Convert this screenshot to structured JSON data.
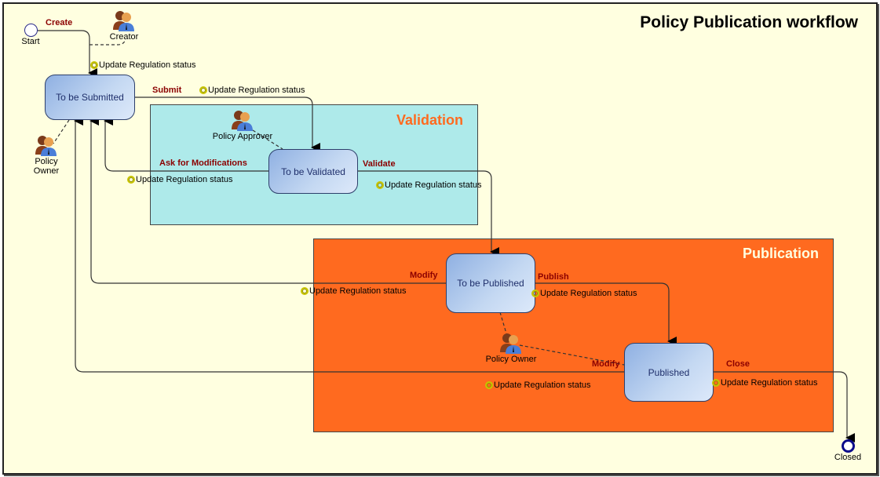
{
  "diagram": {
    "title": "Policy Publication workflow",
    "colors": {
      "background": "#ffffe0",
      "validation_lane": "#aeeaea",
      "publication_lane": "#ff6a1f",
      "transition_label": "#8b0000",
      "state_text": "#1f2f6b"
    },
    "lanes": [
      {
        "id": "validation",
        "label": "Validation"
      },
      {
        "id": "publication",
        "label": "Publication"
      }
    ],
    "events": {
      "start": "Start",
      "end": "Closed"
    },
    "states": [
      {
        "id": "to_be_submitted",
        "label": "To be Submitted"
      },
      {
        "id": "to_be_validated",
        "label": "To be Validated"
      },
      {
        "id": "to_be_published",
        "label": "To be Published"
      },
      {
        "id": "published",
        "label": "Published"
      }
    ],
    "actors": [
      {
        "id": "creator",
        "label": "Creator",
        "icon": "users-icon"
      },
      {
        "id": "policy_owner_1",
        "label": "Policy Owner",
        "icon": "users-icon"
      },
      {
        "id": "policy_approver",
        "label": "Policy Approver",
        "icon": "users-icon"
      },
      {
        "id": "policy_owner_2",
        "label": "Policy Owner",
        "icon": "users-icon"
      }
    ],
    "policy_owner_1_lines": [
      "Policy",
      "Owner"
    ],
    "transitions": [
      {
        "id": "create",
        "label": "Create",
        "from": "Start",
        "to": "To be Submitted",
        "action": "Update Regulation status"
      },
      {
        "id": "submit",
        "label": "Submit",
        "from": "To be Submitted",
        "to": "To be Validated",
        "action": "Update Regulation status"
      },
      {
        "id": "ask_mod",
        "label": "Ask for Modifications",
        "from": "To be Validated",
        "to": "To be Submitted",
        "action": "Update Regulation status"
      },
      {
        "id": "validate",
        "label": "Validate",
        "from": "To be Validated",
        "to": "To be Published",
        "action": "Update Regulation status"
      },
      {
        "id": "modify1",
        "label": "Modify",
        "from": "To be Published",
        "to": "To be Submitted",
        "action": "Update Regulation status"
      },
      {
        "id": "publish",
        "label": "Publish",
        "from": "To be Published",
        "to": "Published",
        "action": "Update Regulation status"
      },
      {
        "id": "modify2",
        "label": "Modify",
        "from": "Published",
        "to": "To be Submitted",
        "action": "Update Regulation status"
      },
      {
        "id": "close",
        "label": "Close",
        "from": "Published",
        "to": "Closed",
        "action": "Update Regulation status"
      }
    ]
  }
}
